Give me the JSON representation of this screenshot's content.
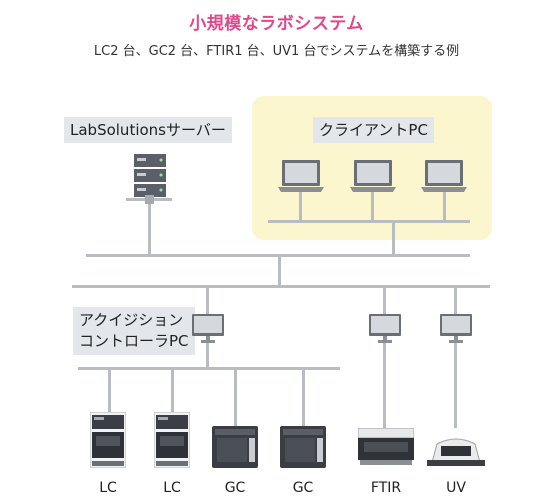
{
  "title": "小規模なラボシステム",
  "subtitle": "LC2 台、GC2 台、FTIR1 台、UV1 台でシステムを構築する例",
  "server_label": "LabSolutionsサーバー",
  "client_label": "クライアントPC",
  "acq_label_line1": "アクイジション",
  "acq_label_line2": "コントローラPC",
  "instruments": [
    {
      "label": "LC",
      "icon": "lc-instrument-icon"
    },
    {
      "label": "LC",
      "icon": "lc-instrument-icon"
    },
    {
      "label": "GC",
      "icon": "gc-instrument-icon"
    },
    {
      "label": "GC",
      "icon": "gc-instrument-icon"
    },
    {
      "label": "FTIR",
      "icon": "ftir-instrument-icon"
    },
    {
      "label": "UV",
      "icon": "uv-instrument-icon"
    }
  ],
  "colors": {
    "title": "#e0488a",
    "client_area": "#fbf6cd",
    "label_box": "#e3e6ea",
    "network_line": "#b9bcc0"
  }
}
